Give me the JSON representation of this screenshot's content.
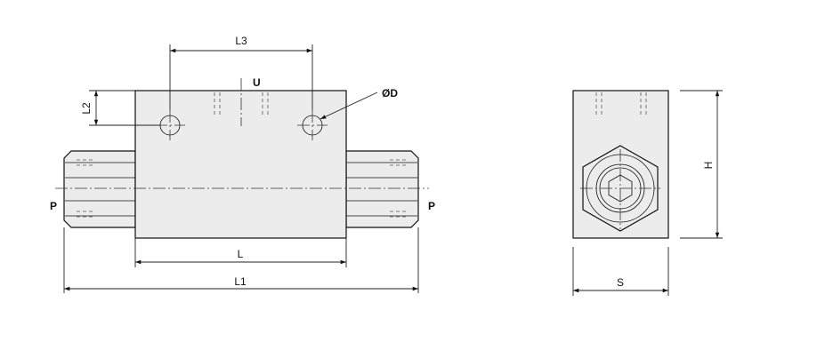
{
  "labels": {
    "l3": "L3",
    "u": "U",
    "l2": "L2",
    "od": "ØD",
    "p_left": "P",
    "p_right": "P",
    "l": "L",
    "l1": "L1",
    "h": "H",
    "s": "S"
  }
}
